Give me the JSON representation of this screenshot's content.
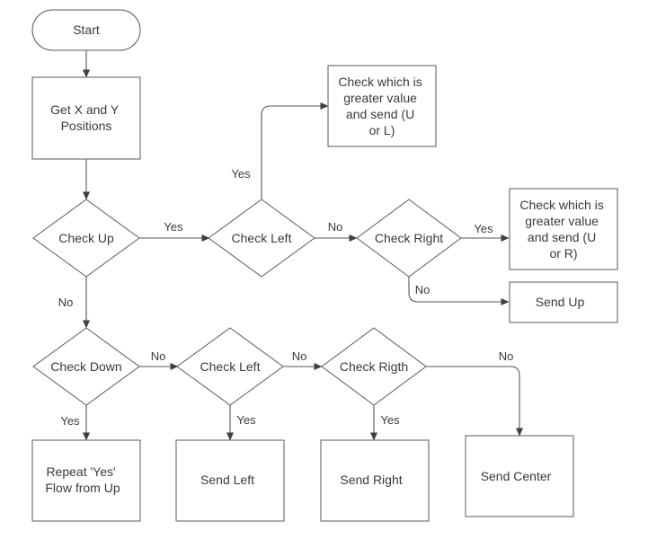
{
  "colors": {
    "stroke": "#5a5a5a",
    "text": "#3a3a3a",
    "background": "#ffffff"
  },
  "nodes": {
    "start": {
      "lines": [
        "Start"
      ]
    },
    "get_positions": {
      "lines": [
        "Get X and Y",
        "Positions"
      ]
    },
    "check_up": {
      "lines": [
        "Check Up"
      ]
    },
    "check_left_top": {
      "lines": [
        "Check Left"
      ]
    },
    "check_right_top": {
      "lines": [
        "Check Right"
      ]
    },
    "greater_ul": {
      "lines": [
        "Check which is",
        "greater value",
        "and send (U",
        "or L)"
      ]
    },
    "greater_ur": {
      "lines": [
        "Check which is",
        "greater value",
        "and send (U",
        "or R)"
      ]
    },
    "send_up": {
      "lines": [
        "Send Up"
      ]
    },
    "check_down": {
      "lines": [
        "Check Down"
      ]
    },
    "check_left_bottom": {
      "lines": [
        "Check Left"
      ]
    },
    "check_right_bottom": {
      "lines": [
        "Check Rigth"
      ]
    },
    "repeat_yes": {
      "lines": [
        "Repeat 'Yes'",
        "Flow from Up"
      ]
    },
    "send_left": {
      "lines": [
        "Send Left"
      ]
    },
    "send_right": {
      "lines": [
        "Send Right"
      ]
    },
    "send_center": {
      "lines": [
        "Send Center"
      ]
    }
  },
  "edge_labels": {
    "up_yes": "Yes",
    "left_top_yes": "Yes",
    "left_top_no": "No",
    "right_top_yes": "Yes",
    "right_top_no": "No",
    "up_no": "No",
    "down_no": "No",
    "left_bottom_no": "No",
    "right_bottom_no": "No",
    "down_yes": "Yes",
    "left_bottom_yes": "Yes",
    "right_bottom_yes": "Yes"
  }
}
